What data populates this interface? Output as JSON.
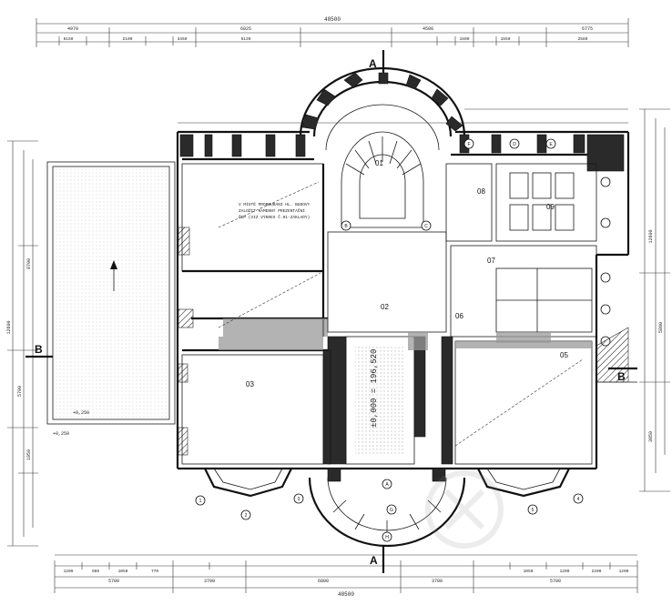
{
  "section_marks": {
    "a_top": "A",
    "a_bottom": "A",
    "b_left": "B",
    "b_right": "B"
  },
  "level_label": "±0,000 = 196,520",
  "room_numbers": {
    "r01": "01",
    "r02": "02",
    "r03": "03",
    "r05": "05",
    "r06": "06",
    "r07": "07",
    "r08": "08",
    "r09": "09"
  },
  "note_lines": [
    "V MÍSTĚ PROBOURÁNÍ HL. BUDOVY",
    "ZALOŽIT KAMENNÝ PREZENTAČNÍ",
    "ČEP (VIZ VÝKRES Č.01-ZÁKLADY)"
  ],
  "terrace_level": "+0,250",
  "terrace_level_2": "+0,250",
  "top_dims": {
    "overall": "48500",
    "row2": [
      "4970",
      "6025",
      "4500",
      "6775"
    ],
    "row3": [
      "6150",
      "2100",
      "3450",
      "5130",
      "1500",
      "1550",
      "2580"
    ]
  },
  "bottom_dims": {
    "overall": "48500",
    "row2": [
      "5700",
      "3700",
      "6800",
      "3700",
      "5700"
    ],
    "row3": [
      "1200",
      "980",
      "1050",
      "770",
      "1050",
      "1200",
      "2200",
      "1200"
    ]
  },
  "left_dims": [
    "12600",
    "5700",
    "1950",
    "8700"
  ],
  "right_dims": [
    "12600",
    "5800",
    "3850"
  ],
  "axis_labels": [
    "1",
    "2",
    "3",
    "4",
    "5",
    "A",
    "B",
    "C",
    "D",
    "E",
    "F",
    "G",
    "H"
  ]
}
